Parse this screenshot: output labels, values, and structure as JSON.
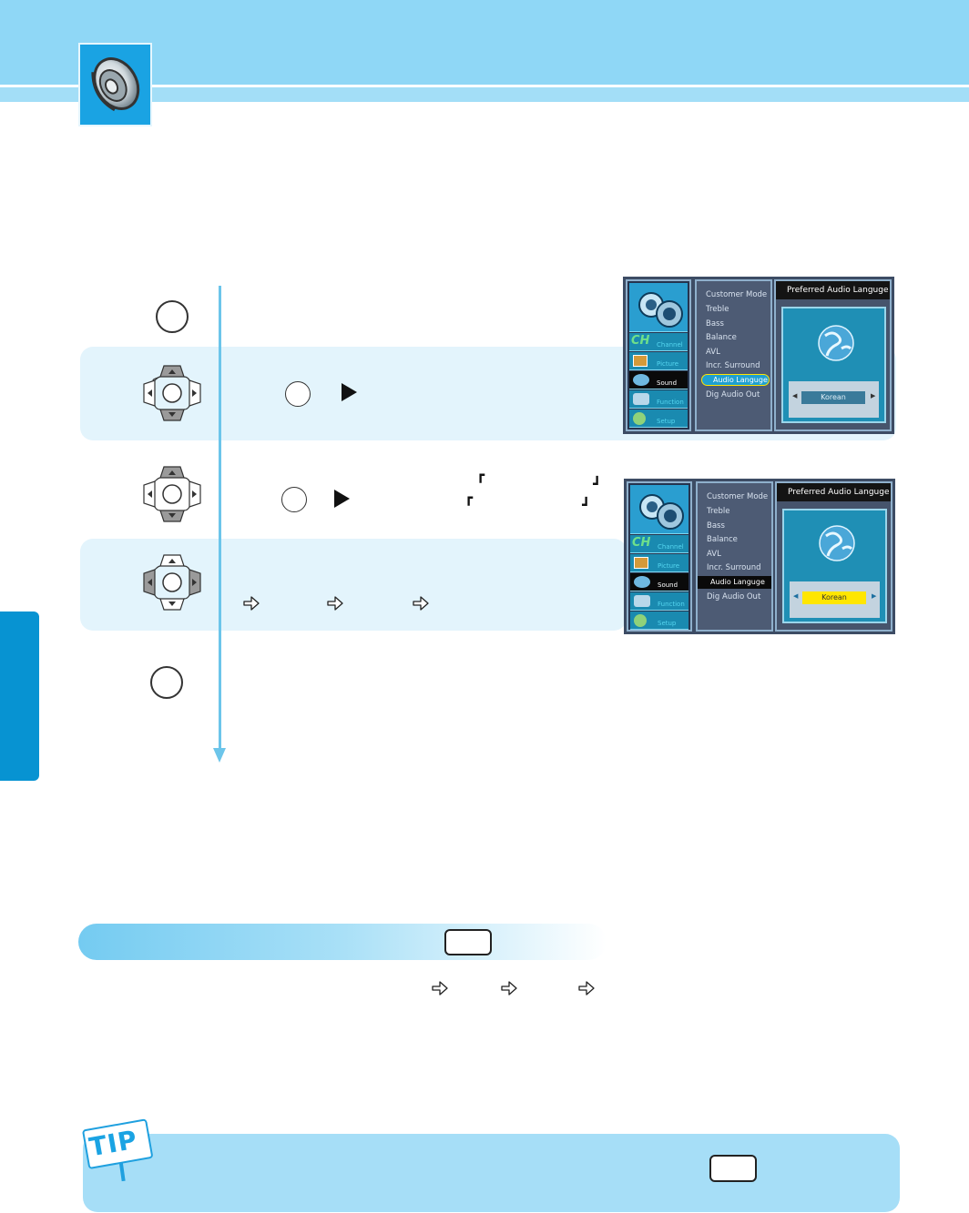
{
  "header": {
    "icon": "speaker-icon",
    "band_color": "#8fd7f6",
    "icon_bg": "#1aa3e3"
  },
  "side_tab": {
    "color": "#0793d2"
  },
  "flow_line_color": "#6cc5ea",
  "screens": [
    {
      "left_tiles": [
        {
          "icon": "sound-speaker-icon",
          "label": ""
        },
        {
          "icon": "channel-icon",
          "label": "Channel"
        },
        {
          "icon": "picture-icon",
          "label": "Picture"
        },
        {
          "icon": "sound-icon",
          "label": "Sound"
        },
        {
          "icon": "function-icon",
          "label": "Function"
        },
        {
          "icon": "setup-icon",
          "label": "Setup"
        }
      ],
      "menu_items": [
        "Customer Mode",
        "Treble",
        "Bass",
        "Balance",
        "AVL",
        "Incr. Surround",
        "Audio Languge",
        "Dig Audio Out"
      ],
      "selected_index": 6,
      "panel_title": "Preferred Audio Languge",
      "value": "Korean",
      "value_active": false
    },
    {
      "left_tiles": [
        {
          "icon": "sound-speaker-icon",
          "label": ""
        },
        {
          "icon": "channel-icon",
          "label": "Channel"
        },
        {
          "icon": "picture-icon",
          "label": "Picture"
        },
        {
          "icon": "sound-icon",
          "label": "Sound"
        },
        {
          "icon": "function-icon",
          "label": "Function"
        },
        {
          "icon": "setup-icon",
          "label": "Setup"
        }
      ],
      "menu_items": [
        "Customer Mode",
        "Treble",
        "Bass",
        "Balance",
        "AVL",
        "Incr. Surround",
        "Audio Languge",
        "Dig Audio Out"
      ],
      "selected_index": 6,
      "panel_title": "Preferred Audio Languge",
      "value": "Korean",
      "value_active": true
    }
  ],
  "colors": {
    "band": "#e3f4fc",
    "tip_band": "#a6def7",
    "value_active": "#ffe600"
  },
  "tip_badge": "TIP"
}
